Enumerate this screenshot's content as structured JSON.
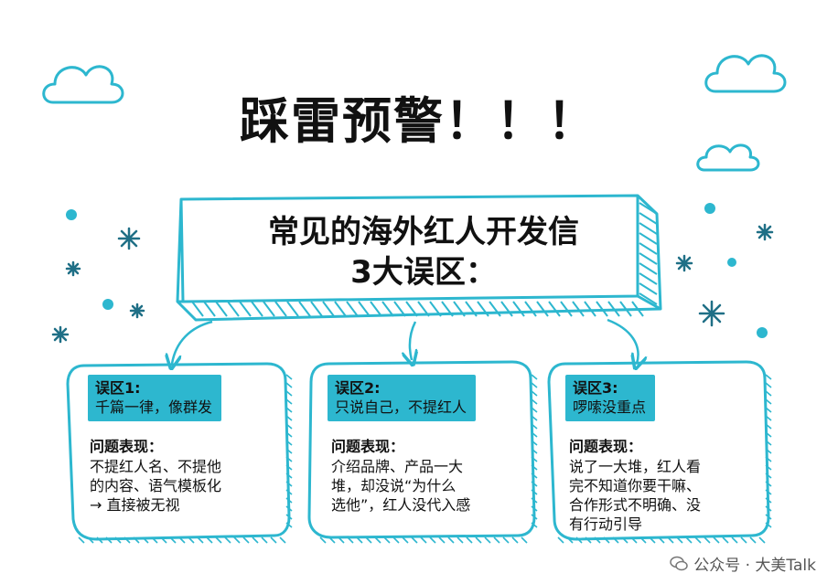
{
  "title": "踩雷预警！！！",
  "main_box": {
    "line1": "常见的海外红人开发信",
    "line2": "3大误区："
  },
  "cards": [
    {
      "tag": "误区1:",
      "subtitle": "千篇一律，像群发",
      "label": "问题表现：",
      "body": [
        "不提红人名、不提他",
        "的内容、语气模板化",
        "→ 直接被无视"
      ]
    },
    {
      "tag": "误区2:",
      "subtitle": "只说自己，不提红人",
      "label": "问题表现：",
      "body": [
        "介绍品牌、产品一大",
        "堆，却没说“为什么",
        "选他”，红人没代入感"
      ]
    },
    {
      "tag": "误区3:",
      "subtitle": "啰嗦没重点",
      "label": "问题表现：",
      "body": [
        "说了一大堆，红人看",
        "完不知道你要干嘛、",
        "合作形式不明确、没",
        "有行动引导"
      ]
    }
  ],
  "footer": {
    "text": "公众号 · 大美Talk",
    "icon": "wechat-icon"
  },
  "colors": {
    "accent": "#2db7cf",
    "ink": "#1a1a1a"
  }
}
